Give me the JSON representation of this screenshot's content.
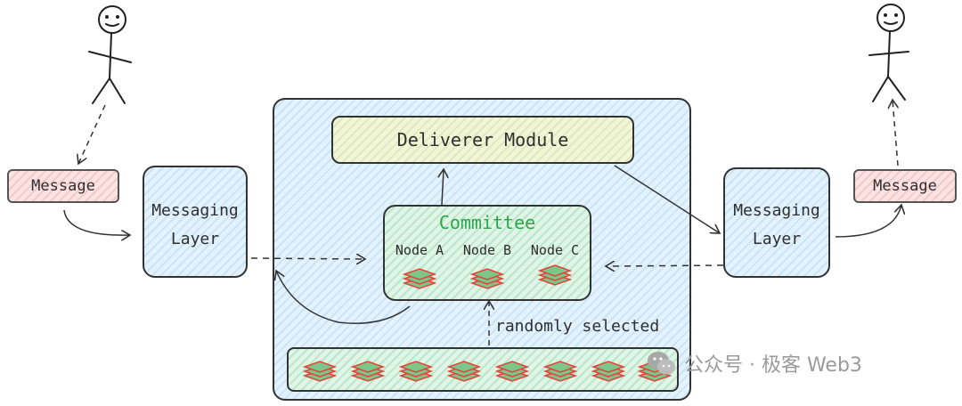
{
  "diagram": {
    "left_message": "Message",
    "right_message": "Message",
    "left_messaging_layer": [
      "Messaging",
      "Layer"
    ],
    "right_messaging_layer": [
      "Messaging",
      "Layer"
    ],
    "deliverer_module": "Deliverer Module",
    "committee": {
      "title": "Committee",
      "nodes": [
        "Node A",
        "Node B",
        "Node C"
      ]
    },
    "randomly_selected": "randomly selected",
    "pool_node_count": 8
  },
  "watermark": {
    "text": "公众号 · 极客 Web3"
  },
  "colors": {
    "committee_title": "#2aa84a",
    "node_stroke": "#e0453a",
    "node_fill": "#7cc68a"
  }
}
